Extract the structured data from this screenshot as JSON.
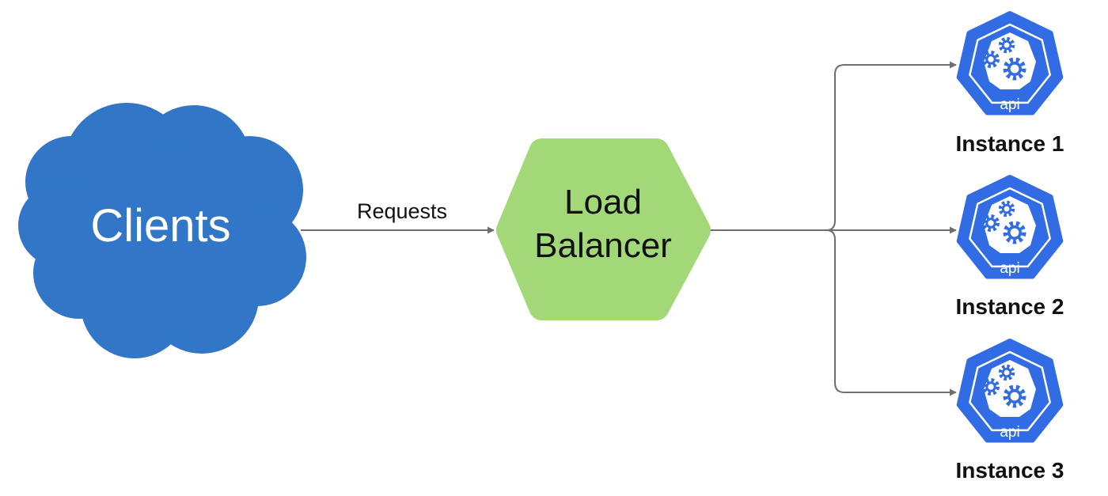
{
  "colors": {
    "cloud": "#3176c7",
    "hexagon": "#a2d878",
    "api_icon": "#326ce5",
    "connector": "#6e6e6e"
  },
  "nodes": {
    "clients": {
      "label": "Clients",
      "shape": "cloud"
    },
    "load_balancer": {
      "label_line1": "Load",
      "label_line2": "Balancer",
      "shape": "hexagon"
    },
    "instances": [
      {
        "label": "Instance 1",
        "icon": "kubernetes-api-icon",
        "icon_text": "api"
      },
      {
        "label": "Instance 2",
        "icon": "kubernetes-api-icon",
        "icon_text": "api"
      },
      {
        "label": "Instance 3",
        "icon": "kubernetes-api-icon",
        "icon_text": "api"
      }
    ]
  },
  "edges": [
    {
      "from": "Clients",
      "to": "Load Balancer",
      "label": "Requests"
    },
    {
      "from": "Load Balancer",
      "to": "Instance 1",
      "label": ""
    },
    {
      "from": "Load Balancer",
      "to": "Instance 2",
      "label": ""
    },
    {
      "from": "Load Balancer",
      "to": "Instance 3",
      "label": ""
    }
  ]
}
